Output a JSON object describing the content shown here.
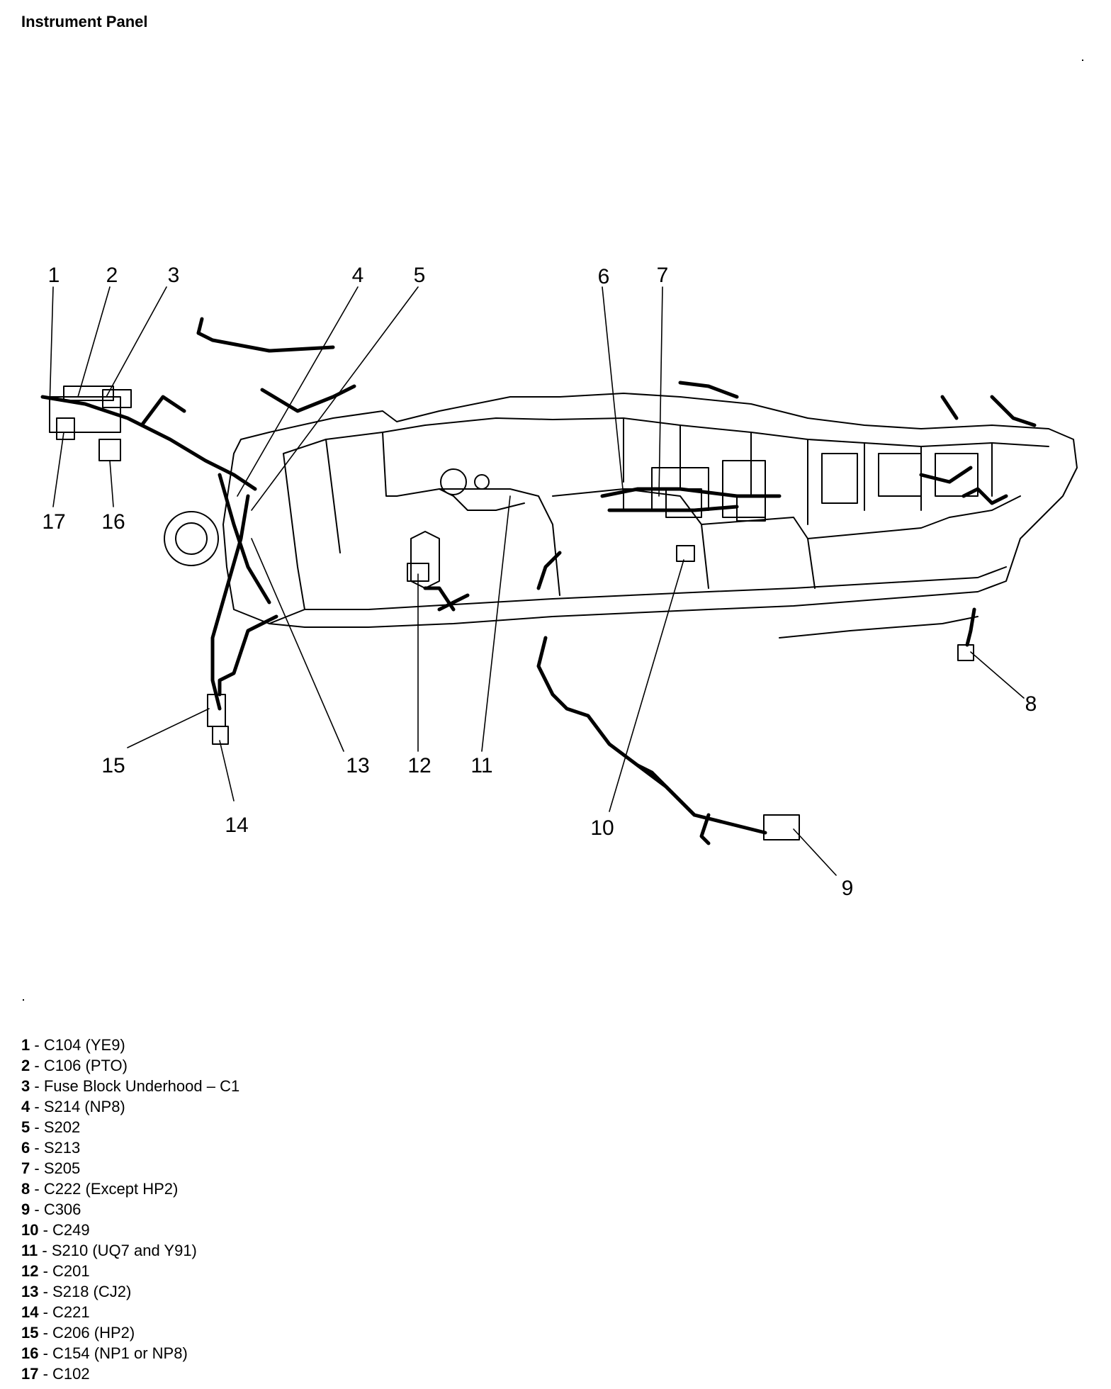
{
  "title": "Instrument Panel",
  "callouts": [
    {
      "num": "1"
    },
    {
      "num": "2"
    },
    {
      "num": "3"
    },
    {
      "num": "4"
    },
    {
      "num": "5"
    },
    {
      "num": "6"
    },
    {
      "num": "7"
    },
    {
      "num": "8"
    },
    {
      "num": "9"
    },
    {
      "num": "10"
    },
    {
      "num": "11"
    },
    {
      "num": "12"
    },
    {
      "num": "13"
    },
    {
      "num": "14"
    },
    {
      "num": "15"
    },
    {
      "num": "16"
    },
    {
      "num": "17"
    }
  ],
  "legend": [
    {
      "num": "1",
      "sep": " - ",
      "text": "C104 (YE9)"
    },
    {
      "num": "2",
      "sep": " - ",
      "text": "C106 (PTO)"
    },
    {
      "num": "3",
      "sep": " - ",
      "text": "Fuse Block Underhood – C1"
    },
    {
      "num": "4",
      "sep": " - ",
      "text": "S214 (NP8)"
    },
    {
      "num": "5",
      "sep": " - ",
      "text": "S202"
    },
    {
      "num": "6",
      "sep": " - ",
      "text": "S213"
    },
    {
      "num": "7",
      "sep": " - ",
      "text": "S205"
    },
    {
      "num": "8",
      "sep": " - ",
      "text": "C222 (Except HP2)"
    },
    {
      "num": "9",
      "sep": " - ",
      "text": "C306"
    },
    {
      "num": "10",
      "sep": " - ",
      "text": "C249"
    },
    {
      "num": "11",
      "sep": " - ",
      "text": "S210 (UQ7 and Y91)"
    },
    {
      "num": "12",
      "sep": " - ",
      "text": "C201"
    },
    {
      "num": "13",
      "sep": " - ",
      "text": "S218 (CJ2)"
    },
    {
      "num": "14",
      "sep": " - ",
      "text": "C221"
    },
    {
      "num": "15",
      "sep": " - ",
      "text": "C206 (HP2)"
    },
    {
      "num": "16",
      "sep": " - ",
      "text": "C154 (NP1 or NP8)"
    },
    {
      "num": "17",
      "sep": " - ",
      "text": "C102"
    }
  ]
}
